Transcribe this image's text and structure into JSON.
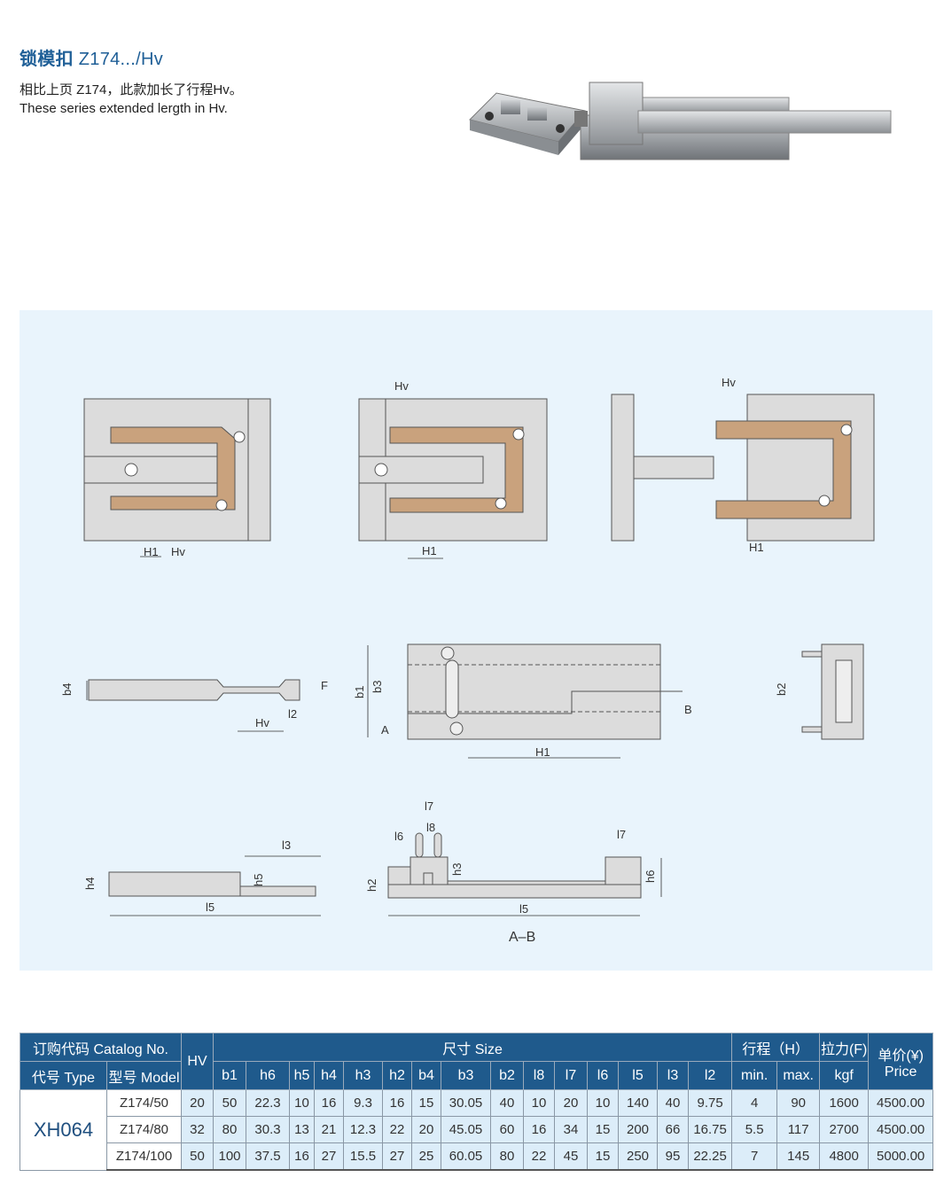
{
  "header": {
    "title_cn": "锁模扣",
    "title_en": "Z174.../Hv",
    "subtitle_cn": "相比上页 Z174，此款加长了行程Hv。",
    "subtitle_en": "These series extended lergth in Hv."
  },
  "drawing_labels": {
    "hv": "Hv",
    "h1": "H1",
    "b4": "b4",
    "f": "F",
    "l2": "l2",
    "b1": "b1",
    "b3": "b3",
    "a": "A",
    "b": "B",
    "b2": "b2",
    "h4": "h4",
    "h5": "h5",
    "l3": "l3",
    "l5": "l5",
    "l6": "l6",
    "l7": "l7",
    "l8": "l8",
    "h2": "h2",
    "h3": "h3",
    "h6": "h6",
    "section": "A–B"
  },
  "table": {
    "catalog_no": "订购代码 Catalog No.",
    "type_header": "代号 Type",
    "model_header": "型号 Model",
    "hv_header": "HV",
    "size_header": "尺寸 Size",
    "stroke_header": "行程（H）",
    "force_header": "拉力(F)",
    "price_header_cn": "单价(¥)",
    "price_header_en": "Price",
    "size_columns": [
      "b1",
      "h6",
      "h5",
      "h4",
      "h3",
      "h2",
      "b4",
      "b3",
      "b2",
      "l8",
      "l7",
      "l6",
      "l5",
      "l3",
      "l2"
    ],
    "stroke_columns": [
      "min.",
      "max."
    ],
    "force_unit": "kgf",
    "type": "XH064",
    "rows": [
      {
        "model": "Z174/50",
        "hv": "20",
        "sizes": [
          "50",
          "22.3",
          "10",
          "16",
          "9.3",
          "16",
          "15",
          "30.05",
          "40",
          "10",
          "20",
          "10",
          "140",
          "40",
          "9.75"
        ],
        "min": "4",
        "max": "90",
        "kgf": "1600",
        "price": "4500.00"
      },
      {
        "model": "Z174/80",
        "hv": "32",
        "sizes": [
          "80",
          "30.3",
          "13",
          "21",
          "12.3",
          "22",
          "20",
          "45.05",
          "60",
          "16",
          "34",
          "15",
          "200",
          "66",
          "16.75"
        ],
        "min": "5.5",
        "max": "117",
        "kgf": "2700",
        "price": "4500.00"
      },
      {
        "model": "Z174/100",
        "hv": "50",
        "sizes": [
          "100",
          "37.5",
          "16",
          "27",
          "15.5",
          "27",
          "25",
          "60.05",
          "80",
          "22",
          "45",
          "15",
          "250",
          "95",
          "22.25"
        ],
        "min": "7",
        "max": "145",
        "kgf": "4800",
        "price": "5000.00"
      }
    ]
  }
}
